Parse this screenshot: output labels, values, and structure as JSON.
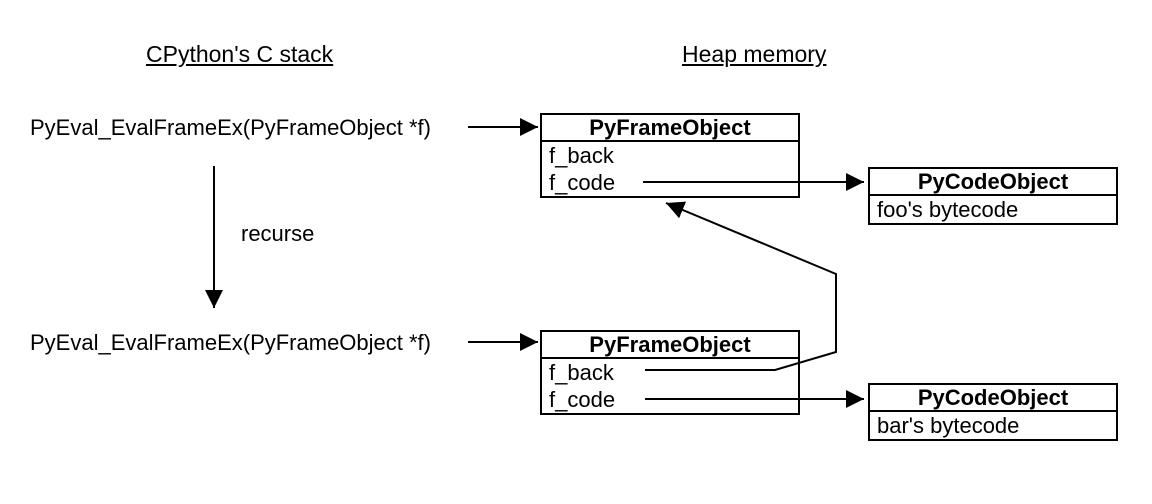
{
  "titles": {
    "left": "CPython's C stack",
    "right": "Heap memory"
  },
  "stack": {
    "call1": "PyEval_EvalFrameEx(PyFrameObject *f)",
    "call2": "PyEval_EvalFrameEx(PyFrameObject *f)",
    "recurse_label": "recurse"
  },
  "heap": {
    "frame1": {
      "title": "PyFrameObject",
      "fields": [
        "f_back",
        "f_code"
      ]
    },
    "code1": {
      "title": "PyCodeObject",
      "fields": [
        "foo's bytecode"
      ]
    },
    "frame2": {
      "title": "PyFrameObject",
      "fields": [
        "f_back",
        "f_code"
      ]
    },
    "code2": {
      "title": "PyCodeObject",
      "fields": [
        "bar's bytecode"
      ]
    }
  },
  "colors": {
    "ink": "#000000",
    "background": "#ffffff"
  }
}
